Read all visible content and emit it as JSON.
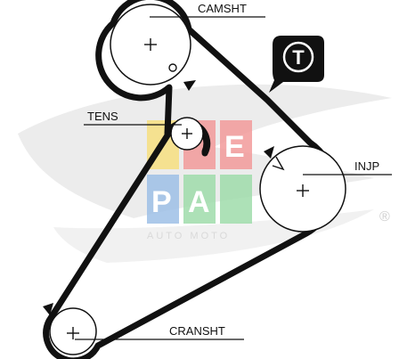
{
  "labels": {
    "camshaft": "CAMSHT",
    "tensioner": "TENS",
    "injection_pump": "INJP",
    "crankshaft": "CRANSHT"
  },
  "badge": {
    "letter": "T"
  },
  "watermark": {
    "tiles": [
      "E",
      "P",
      "A"
    ],
    "subtext": "AUTO MOTO",
    "registered": "®",
    "colors": {
      "yellow": "#f5d96b",
      "red": "#f08a8a",
      "blue": "#8fb6e0",
      "green": "#8fd39a",
      "swoosh": "#e9e9e9"
    }
  },
  "colors": {
    "belt": "#111111",
    "pulley": "#111111",
    "badge": "#111111"
  },
  "icons": [
    "belt-direction-arrow",
    "pulley-center-cross",
    "timing-mark-circle"
  ]
}
